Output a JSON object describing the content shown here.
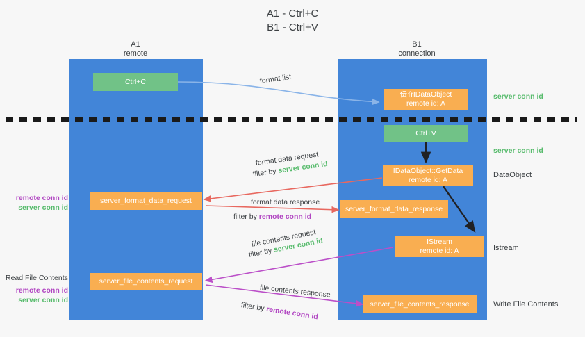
{
  "title": {
    "line1": "A1 - Ctrl+C",
    "line2": "B1 - Ctrl+V"
  },
  "columns": [
    {
      "name": "A1",
      "sub": "remote"
    },
    {
      "name": "B1",
      "sub": "connection"
    }
  ],
  "boxes": {
    "ctrl_c": "Ctrl+C",
    "ctrl_v": "Ctrl+V",
    "idataobject_title": "伝ｲrIDataObject",
    "idataobject_sub": "remote id: A",
    "getdata_title": "IDataObject::GetData",
    "getdata_sub": "remote id: A",
    "istream_title": "IStream",
    "istream_sub": "remote id: A",
    "server_format_data_request": "server_format_data_request",
    "server_format_data_response": "server_format_data_response",
    "server_file_contents_request": "server_file_contents_request",
    "server_file_contents_response": "server_file_contents_response"
  },
  "captions": {
    "format_list": "format list",
    "format_data_request": "format data request",
    "format_data_response": "format data response",
    "file_contents_request": "file contents request",
    "file_contents_response": "file contents response",
    "filter_by": "filter by",
    "server_conn_id": "server conn id",
    "remote_conn_id": "remote conn id"
  },
  "side_labels": {
    "right_server_conn_id_1": "server conn id",
    "right_server_conn_id_2": "server conn id",
    "right_dataobject": "DataObject",
    "right_istream": "Istream",
    "right_write_file_contents": "Write File Contents",
    "left_remote_conn_id_1": "remote conn id",
    "left_server_conn_id_1": "server conn id",
    "left_read_file_contents": "Read File Contents",
    "left_remote_conn_id_2": "remote conn id",
    "left_server_conn_id_2": "server conn id"
  },
  "colors": {
    "lane": "#4285d8",
    "green_box": "#71c287",
    "orange_box": "#f9ae51",
    "green_text": "#57bb6c",
    "purple_text": "#b146c2",
    "arrow_blue": "#8ab4e8",
    "arrow_red": "#e8685f",
    "arrow_purple": "#bb4fc8",
    "arrow_black": "#202124",
    "background": "#f7f7f7"
  }
}
